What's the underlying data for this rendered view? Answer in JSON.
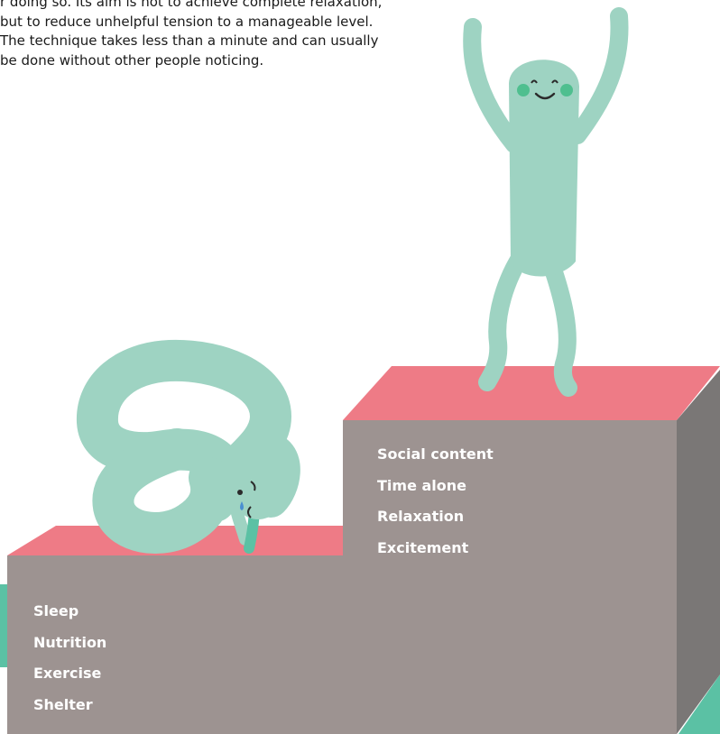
{
  "intro_text": "r doing so. Its aim is not to achieve complete relaxation, but to reduce unhelpful tension to a manageable level. The technique takes less than a minute and can usually be done without other people noticing.",
  "upper_block": {
    "items": [
      "Social content",
      "Time alone",
      "Relaxation",
      "Excitement"
    ]
  },
  "lower_block": {
    "items": [
      "Sleep",
      "Nutrition",
      "Exercise",
      "Shelter"
    ]
  },
  "colors": {
    "block_front": "#9d9391",
    "block_side": "#7a7776",
    "block_top": "#ee7b86",
    "figure": "#9ed3c2",
    "figure_accent": "#5bc1a4",
    "cheek": "#4fbf8f",
    "text_on_block": "#ffffff",
    "corner_accent": "#5bc1a4"
  }
}
